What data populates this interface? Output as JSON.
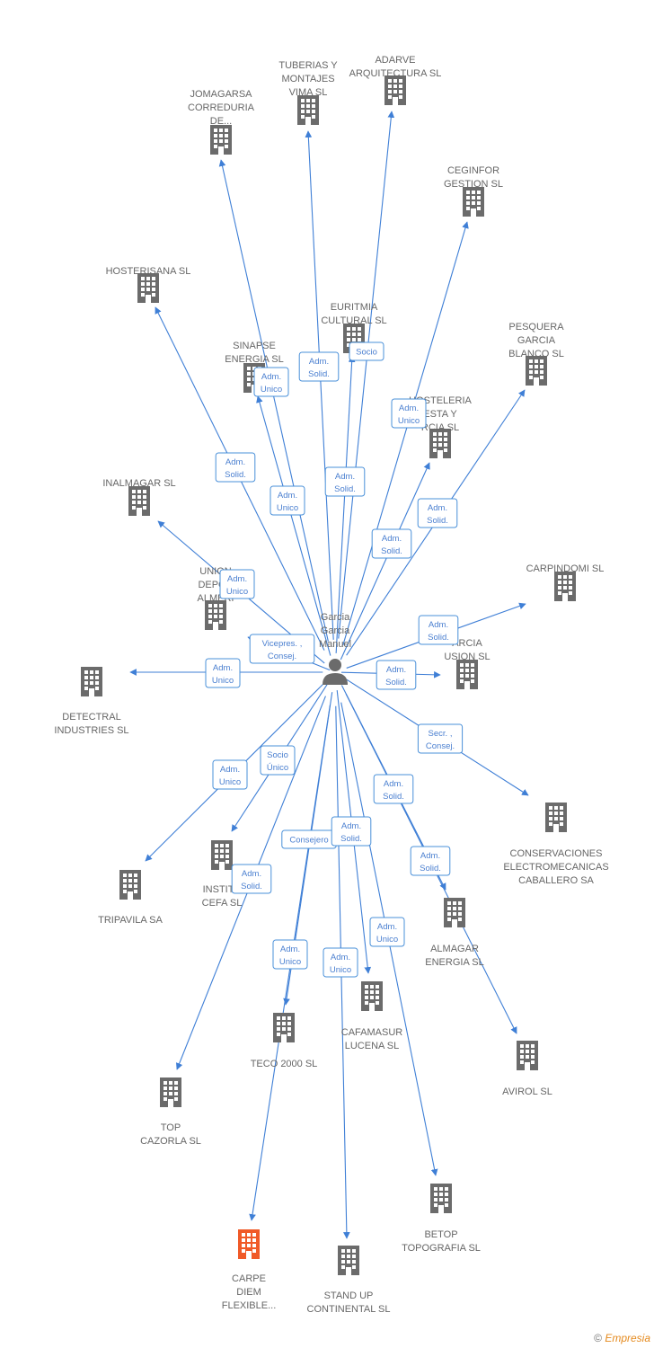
{
  "center": {
    "label_lines": [
      "Garcia",
      "Garcia",
      "Manuel"
    ],
    "icon": "person-icon"
  },
  "colors": {
    "edge": "#3f7fd6",
    "node": "#6b6b6b",
    "highlight": "#f05a28",
    "role_text": "#4a7fd0"
  },
  "companies": [
    {
      "id": "jomagarsa",
      "label": [
        "JOMAGARSA",
        "CORREDURIA",
        "DE..."
      ]
    },
    {
      "id": "tuberias",
      "label": [
        "TUBERIAS Y",
        "MONTAJES",
        "VIMA SL"
      ]
    },
    {
      "id": "adarve",
      "label": [
        "ADARVE",
        "ARQUITECTURA SL"
      ]
    },
    {
      "id": "ceginfor",
      "label": [
        "CEGINFOR",
        "GESTION SL"
      ]
    },
    {
      "id": "hosterisana",
      "label": [
        "HOSTERISANA SL"
      ]
    },
    {
      "id": "euritmia",
      "label": [
        "EURITMIA",
        "CULTURAL SL"
      ]
    },
    {
      "id": "sinapse",
      "label": [
        "SINAPSE",
        "ENERGIA SL"
      ]
    },
    {
      "id": "pesquera",
      "label": [
        "PESQUERA",
        "GARCIA",
        "BLANCO SL"
      ]
    },
    {
      "id": "hosteleria",
      "label": [
        "HOSTELERIA",
        "ESTA Y",
        "RCIA SL"
      ]
    },
    {
      "id": "inalmagar",
      "label": [
        "INALMAGAR SL"
      ]
    },
    {
      "id": "union",
      "label": [
        "UNION",
        "DEPOR",
        "ALMERI"
      ]
    },
    {
      "id": "carpindomi",
      "label": [
        "CARPINDOMI SL"
      ]
    },
    {
      "id": "garciafusion",
      "label": [
        "ARCIA",
        "USION SL"
      ]
    },
    {
      "id": "detectral",
      "label": [
        "DETECTRAL",
        "INDUSTRIES SL"
      ]
    },
    {
      "id": "conservaciones",
      "label": [
        "CONSERVACIONES",
        "ELECTROMECANICAS",
        "CABALLERO SA"
      ]
    },
    {
      "id": "tripavila",
      "label": [
        "TRIPAVILA SA"
      ]
    },
    {
      "id": "instituto",
      "label": [
        "INSTITU",
        "CEFA SL"
      ]
    },
    {
      "id": "almagar",
      "label": [
        "ALMAGAR",
        "ENERGIA SL"
      ]
    },
    {
      "id": "cafamasur",
      "label": [
        "CAFAMASUR",
        "LUCENA SL"
      ]
    },
    {
      "id": "teco",
      "label": [
        "TECO 2000 SL"
      ]
    },
    {
      "id": "avirol",
      "label": [
        "AVIROL SL"
      ]
    },
    {
      "id": "top",
      "label": [
        "TOP",
        "CAZORLA SL"
      ]
    },
    {
      "id": "betop",
      "label": [
        "BETOP",
        "TOPOGRAFIA SL"
      ]
    },
    {
      "id": "carpediem",
      "label": [
        "CARPE",
        "DIEM",
        "FLEXIBLE..."
      ],
      "highlight": true
    },
    {
      "id": "standup",
      "label": [
        "STAND UP",
        "CONTINENTAL SL"
      ]
    }
  ],
  "roles": [
    {
      "id": "r-sinapse",
      "lines": [
        "Adm.",
        "Unico"
      ]
    },
    {
      "id": "r-euritmia",
      "lines": [
        "Adm.",
        "Solid."
      ]
    },
    {
      "id": "r-adarve",
      "lines": [
        "Socio"
      ]
    },
    {
      "id": "r-ceginfor",
      "lines": [
        "Adm.",
        "Unico"
      ]
    },
    {
      "id": "r-hosterisana",
      "lines": [
        "Adm.",
        "Solid."
      ]
    },
    {
      "id": "r-tuberias",
      "lines": [
        "Adm.",
        "Solid."
      ]
    },
    {
      "id": "r-jomagarsa",
      "lines": [
        "Adm.",
        "Unico"
      ]
    },
    {
      "id": "r-pesquera",
      "lines": [
        "Adm.",
        "Solid."
      ]
    },
    {
      "id": "r-hosteleria",
      "lines": [
        "Adm.",
        "Solid."
      ]
    },
    {
      "id": "r-inalmagar",
      "lines": [
        "Adm.",
        "Unico"
      ]
    },
    {
      "id": "r-carpindomi",
      "lines": [
        "Adm.",
        "Solid."
      ]
    },
    {
      "id": "r-union",
      "lines": [
        "Vicepres. ,",
        "Consej."
      ]
    },
    {
      "id": "r-detectral",
      "lines": [
        "Adm.",
        "Unico"
      ]
    },
    {
      "id": "r-garciafusion",
      "lines": [
        "Adm.",
        "Solid."
      ]
    },
    {
      "id": "r-conservaciones",
      "lines": [
        "Secr. ,",
        "Consej."
      ]
    },
    {
      "id": "r-instituto",
      "lines": [
        "Socio",
        "Único"
      ]
    },
    {
      "id": "r-tripavila",
      "lines": [
        "Adm.",
        "Unico"
      ]
    },
    {
      "id": "r-almagar",
      "lines": [
        "Adm.",
        "Solid."
      ]
    },
    {
      "id": "r-carpediem",
      "lines": [
        "Consejero"
      ]
    },
    {
      "id": "r-teco",
      "lines": [
        "Adm.",
        "Solid."
      ]
    },
    {
      "id": "r-top",
      "lines": [
        "Adm.",
        "Solid."
      ]
    },
    {
      "id": "r-avirol",
      "lines": [
        "Adm.",
        "Solid."
      ]
    },
    {
      "id": "r-cafamasur",
      "lines": [
        "Adm.",
        "Unico"
      ]
    },
    {
      "id": "r-teco2",
      "lines": [
        "Adm.",
        "Unico"
      ]
    },
    {
      "id": "r-standup",
      "lines": [
        "Adm.",
        "Unico"
      ]
    }
  ],
  "footer": {
    "copyright": "©",
    "brand": "Empresia"
  }
}
